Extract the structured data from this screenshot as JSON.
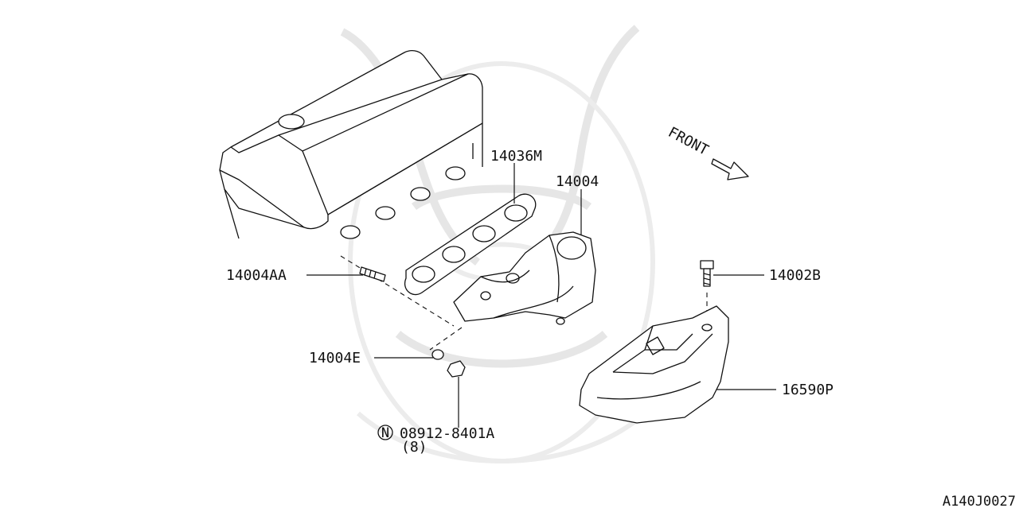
{
  "direction_label": "FRONT",
  "parts": {
    "gasket_label": "14036M",
    "manifold_label": "14004",
    "stud_label": "14004AA",
    "bolt_label": "14002B",
    "washer_label": "14004E",
    "nut_label": "08912-8401A",
    "nut_quantity": "(8)",
    "heat_shield_label": "16590P"
  },
  "nut_badge": "N",
  "diagram_code": "A140J0027"
}
